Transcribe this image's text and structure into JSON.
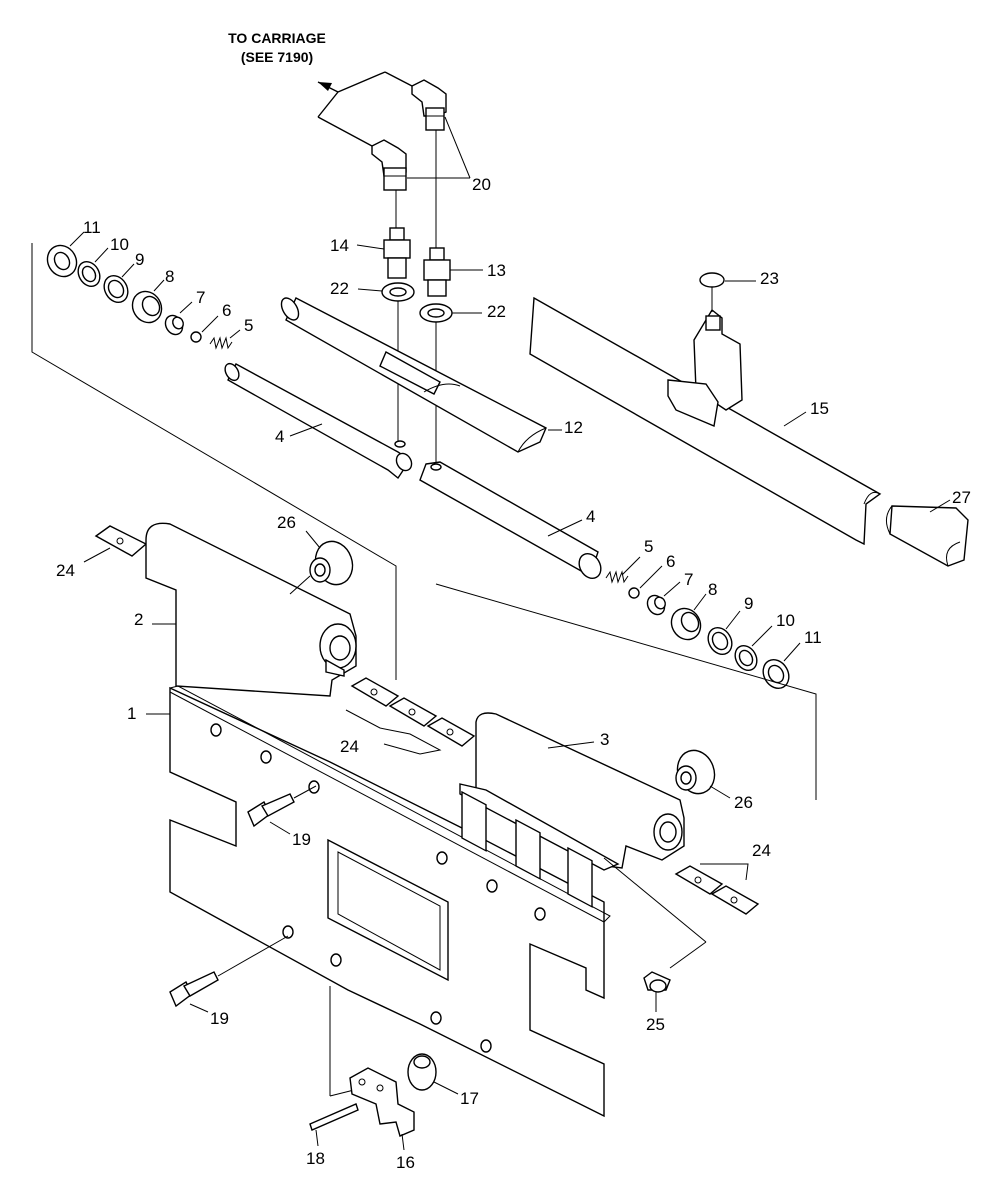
{
  "note": {
    "line1": "TO CARRIAGE",
    "line2": "(SEE 7190)"
  },
  "callouts": {
    "c1": "1",
    "c2": "2",
    "c3": "3",
    "c4a": "4",
    "c4b": "4",
    "c5a": "5",
    "c5b": "5",
    "c6a": "6",
    "c6b": "6",
    "c7a": "7",
    "c7b": "7",
    "c8a": "8",
    "c8b": "8",
    "c9a": "9",
    "c9b": "9",
    "c10a": "10",
    "c10b": "10",
    "c11a": "11",
    "c11b": "11",
    "c12": "12",
    "c13": "13",
    "c14": "14",
    "c15": "15",
    "c16": "16",
    "c17": "17",
    "c18": "18",
    "c19a": "19",
    "c19b": "19",
    "c20": "20",
    "c22a": "22",
    "c22b": "22",
    "c23": "23",
    "c24a": "24",
    "c24b": "24",
    "c24c": "24",
    "c25": "25",
    "c26a": "26",
    "c26b": "26",
    "c27": "27"
  }
}
